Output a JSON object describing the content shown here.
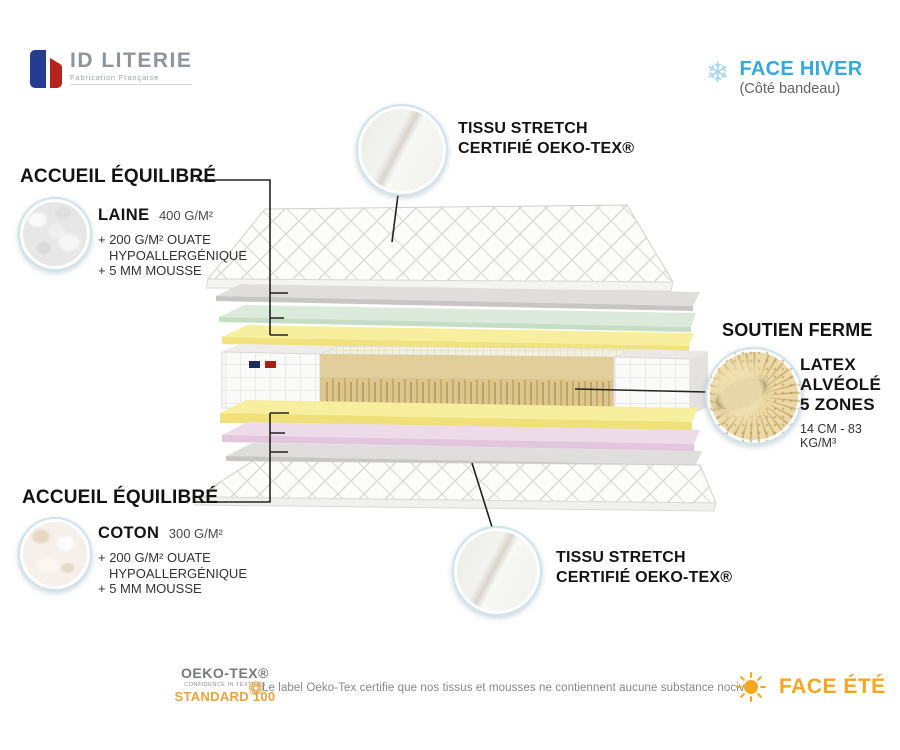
{
  "brand": {
    "name": "ID LITERIE",
    "tagline": "Fabrication Française"
  },
  "faces": {
    "hiver": {
      "label": "FACE HIVER",
      "sub": "(Côté bandeau)",
      "color": "#36a9dc"
    },
    "ete": {
      "label": "FACE ÉTÉ",
      "color": "#f2a71f"
    }
  },
  "callouts": {
    "tissu_top": {
      "line1": "TISSU STRETCH",
      "line2": "CERTIFIÉ OEKO-TEX®"
    },
    "laine": {
      "heading": "ACCUEIL ÉQUILIBRÉ",
      "name": "LAINE",
      "weight": "400 G/M²",
      "details": [
        "+ 200 G/M² OUATE",
        "HYPOALLERGÉNIQUE",
        "+ 5 MM MOUSSE"
      ]
    },
    "latex": {
      "heading": "SOUTIEN FERME",
      "lines": [
        "LATEX",
        "ALVÉOLÉ",
        "5 ZONES"
      ],
      "spec": "14 CM - 83 KG/M³"
    },
    "coton": {
      "heading": "ACCUEIL ÉQUILIBRÉ",
      "name": "COTON",
      "weight": "300 G/M²",
      "details": [
        "+ 200 G/M² OUATE",
        "HYPOALLERGÉNIQUE",
        "+ 5 MM MOUSSE"
      ]
    },
    "tissu_bottom": {
      "line1": "TISSU STRETCH",
      "line2": "CERTIFIÉ OEKO-TEX®"
    }
  },
  "footer": {
    "oekotex": {
      "title": "OEKO-TEX®",
      "subtitle": "CONFIDENCE IN TEXTILES",
      "standard": "STANDARD 100"
    },
    "disclaimer": "Le label Oeko-Tex certifie que nos tissus et mousses ne contiennent aucune substance nocive."
  },
  "colors": {
    "hiver_blue": "#36a9dc",
    "ete_orange": "#f2a71f",
    "oeko_orange": "#e7a43e",
    "layer_yellow": "#f0e27d",
    "layer_green": "#c4ddc4",
    "layer_pink": "#e2c6db",
    "layer_gray": "#c7c6c4",
    "latex_core": "#dcc690"
  }
}
